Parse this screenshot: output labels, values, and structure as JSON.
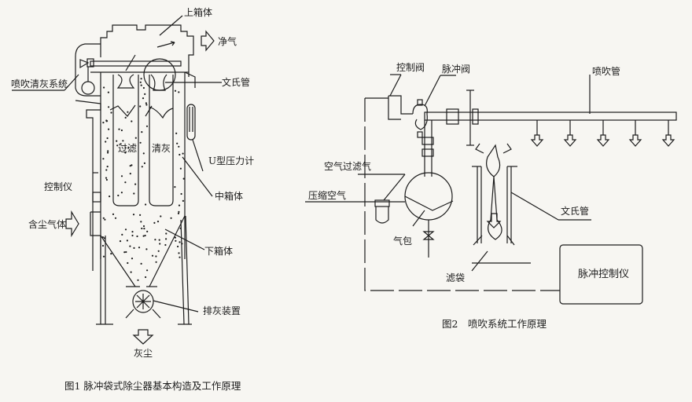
{
  "figure1": {
    "caption": "图1 脉冲袋式除尘器基本构造及工作原理",
    "labels": {
      "upper_box": "上箱体",
      "clean_gas": "净气",
      "spray_system": "喷吹清灰系统",
      "venturi": "文氏管",
      "filtering": "过滤",
      "cleaning": "清灰",
      "u_gauge": "U型压力计",
      "controller": "控制仪",
      "middle_box": "中箱体",
      "dusty_gas": "含尘气体",
      "lower_box": "下箱体",
      "discharge": "排灰装置",
      "dust": "灰尘"
    }
  },
  "figure2": {
    "caption": "图2　喷吹系统工作原理",
    "labels": {
      "control_valve": "控制阀",
      "pulse_valve": "脉冲阀",
      "blow_pipe": "喷吹管",
      "air_filter": "空气过滤气",
      "compressed_air": "压缩空气",
      "venturi": "文氏管",
      "air_tank": "气包",
      "filter_bag": "滤袋",
      "pulse_controller": "脉冲控制仪"
    }
  },
  "colors": {
    "ink": "#1c1c1c",
    "paper": "#f7f6f2"
  }
}
